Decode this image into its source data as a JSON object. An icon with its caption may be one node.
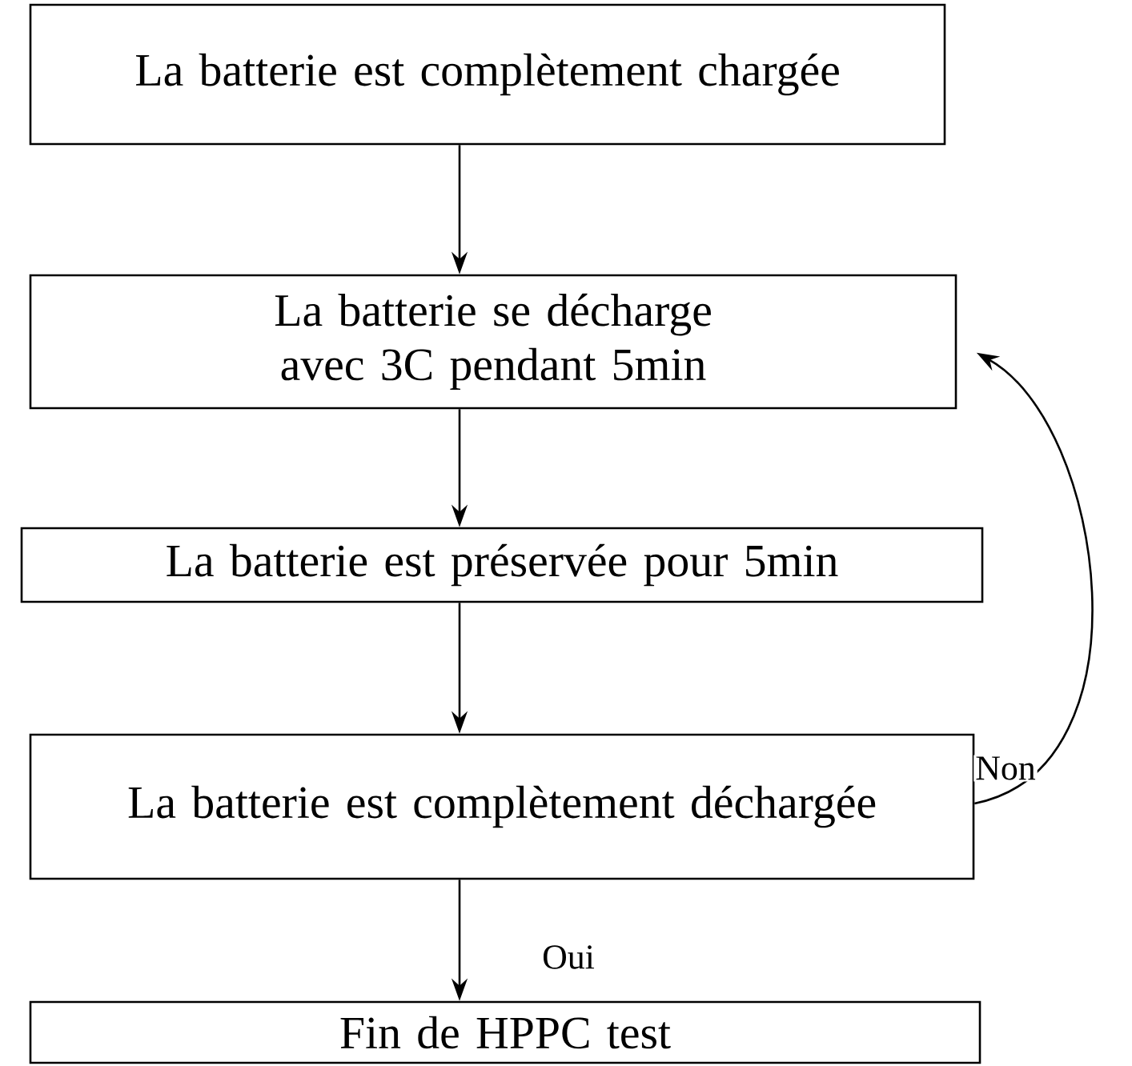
{
  "diagram": {
    "nodes": [
      {
        "text": [
          "La batterie est complètement chargée"
        ]
      },
      {
        "text": [
          "La batterie se décharge avec 3C pendant 5min"
        ]
      },
      {
        "text": [
          "La batterie est préservée pour 5min"
        ]
      },
      {
        "text": [
          "La batterie est complètement déchargée"
        ]
      },
      {
        "text": [
          "Fin de HPPC test"
        ]
      }
    ],
    "edges": [
      {
        "from": 0,
        "to": 1,
        "arrow": "to"
      },
      {
        "from": 1,
        "to": 2,
        "arrow": "to"
      },
      {
        "from": 2,
        "to": 3,
        "arrow": "to"
      },
      {
        "from": 3,
        "to": 4,
        "arrow": "to",
        "label": "Oui"
      },
      {
        "from": 3,
        "to": 1,
        "arrow": "to",
        "label": "Non"
      }
    ]
  }
}
